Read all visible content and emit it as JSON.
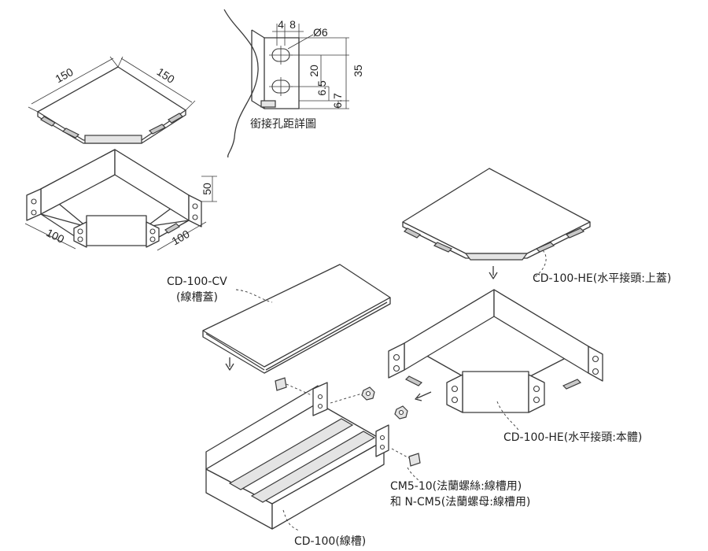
{
  "detail": {
    "dim_4": "4",
    "dim_8": "8",
    "dim_phi6": "Ø6",
    "dim_20": "20",
    "dim_35": "35",
    "dim_6_5": "6.5",
    "dim_6_7": "6.7",
    "caption": "銜接孔距詳圖"
  },
  "cover_top": {
    "dim_a": "150",
    "dim_b": "150"
  },
  "body_top": {
    "dim_height": "50",
    "dim_a": "100",
    "dim_b": "100"
  },
  "labels": {
    "cv_line1": "CD-100-CV",
    "cv_line2": "(線槽蓋)",
    "he_cover": "CD-100-HE(水平接頭:上蓋)",
    "he_body": "CD-100-HE(水平接頭:本體)",
    "screw_line1": "CM5-10(法蘭螺絲:線槽用)",
    "screw_line2": "和 N-CM5(法蘭螺母:線槽用)",
    "duct": "CD-100(線槽)"
  }
}
